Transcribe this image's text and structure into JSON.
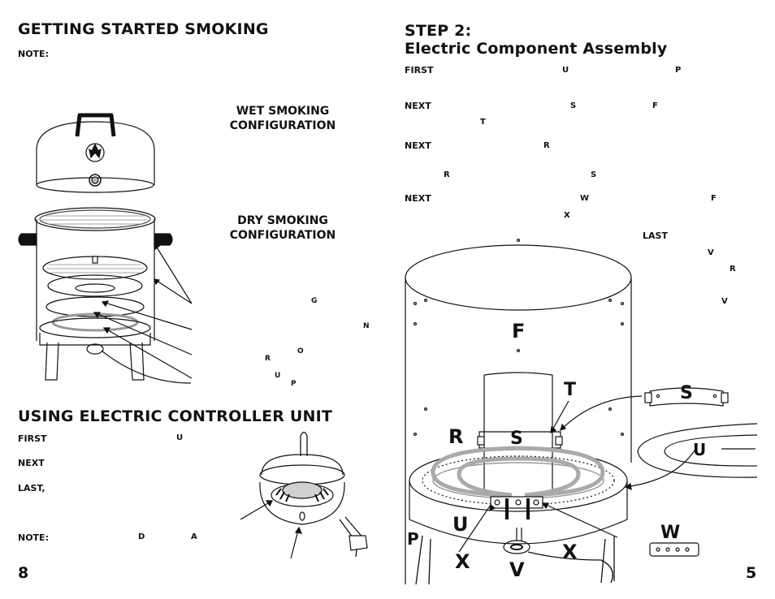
{
  "left": {
    "title": "GETTING STARTED SMOKING",
    "note_label": "NOTE:",
    "wet_label": "WET SMOKING\nCONFIGURATION",
    "dry_label": "DRY SMOKING\nCONFIGURATION",
    "callouts": [
      "G",
      "N",
      "O",
      "R",
      "U",
      "P"
    ],
    "section2_title": "USING ELECTRIC CONTROLLER UNIT",
    "steps": [
      "FIRST",
      "NEXT",
      "LAST,"
    ],
    "step_letters": [
      "U"
    ],
    "note2_label": "NOTE:",
    "note2_letters": [
      "D",
      "A"
    ],
    "page_number": "8"
  },
  "right": {
    "step_title": "STEP 2:",
    "step_subtitle": "Electric Component Assembly",
    "steps": [
      {
        "word": "FIRST",
        "letters": [
          "U",
          "P"
        ]
      },
      {
        "word": "NEXT",
        "letters": [
          "S",
          "F",
          "T"
        ]
      },
      {
        "word": "NEXT",
        "letters": [
          "R",
          "R",
          "S"
        ]
      },
      {
        "word": "NEXT",
        "letters": [
          "W",
          "F",
          "X"
        ]
      },
      {
        "word": "LAST",
        "letters": [
          "V",
          "R",
          "V"
        ]
      }
    ],
    "diagram_labels": [
      "F",
      "T",
      "S",
      "R",
      "S",
      "U",
      "U",
      "W",
      "P",
      "X",
      "X",
      "V"
    ],
    "page_number": "5"
  }
}
